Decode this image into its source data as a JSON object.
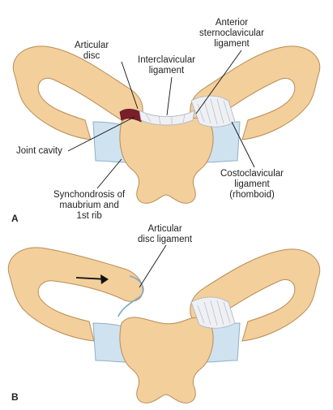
{
  "panels": [
    {
      "letter": "A",
      "labels": {
        "articular_disc": [
          "Articular",
          "disc"
        ],
        "interclavicular_ligament": [
          "Interclavicular",
          "ligament"
        ],
        "anterior_sternoclavicular_ligament": [
          "Anterior",
          "sternoclavicular",
          "ligament"
        ],
        "joint_cavity": [
          "Joint cavity"
        ],
        "synchondrosis": [
          "Synchondrosis of",
          "maubrium and",
          "1st rib"
        ],
        "costoclavicular_ligament": [
          "Costoclavicular",
          "ligament",
          "(rhomboid)"
        ]
      }
    },
    {
      "letter": "B",
      "labels": {
        "articular_disc_ligament": [
          "Articular",
          "disc ligament"
        ]
      }
    }
  ],
  "colors": {
    "bone": "#f3cf9c",
    "bone_stroke": "#b98c55",
    "cartilage": "#cfe2f0",
    "cartilage_stroke": "#8eb0c8",
    "ligament": "#eef0f4",
    "disc": "#7a1f2a",
    "leader": "#111111"
  }
}
